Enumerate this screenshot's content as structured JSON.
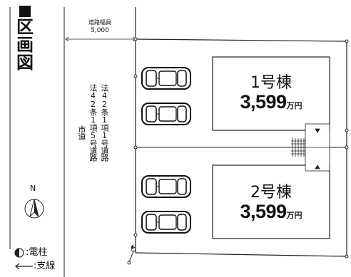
{
  "title": {
    "square": "■",
    "chars": [
      "区",
      "画",
      "図"
    ]
  },
  "road": {
    "width_label": "道路幅員",
    "width_value": "5,000",
    "classification": [
      "法42条1項1号道路",
      "法42条1項5号道路",
      "市道"
    ]
  },
  "lots": [
    {
      "name": "1号棟",
      "price": "3,599",
      "unit": "万円"
    },
    {
      "name": "2号棟",
      "price": "3,599",
      "unit": "万円"
    }
  ],
  "compass": {
    "north": "N"
  },
  "legend": {
    "utility_pole": {
      "symbol": "◐",
      "label": ":電柱"
    },
    "guy_wire": {
      "symbol": "⟵",
      "label": ":支線"
    }
  }
}
